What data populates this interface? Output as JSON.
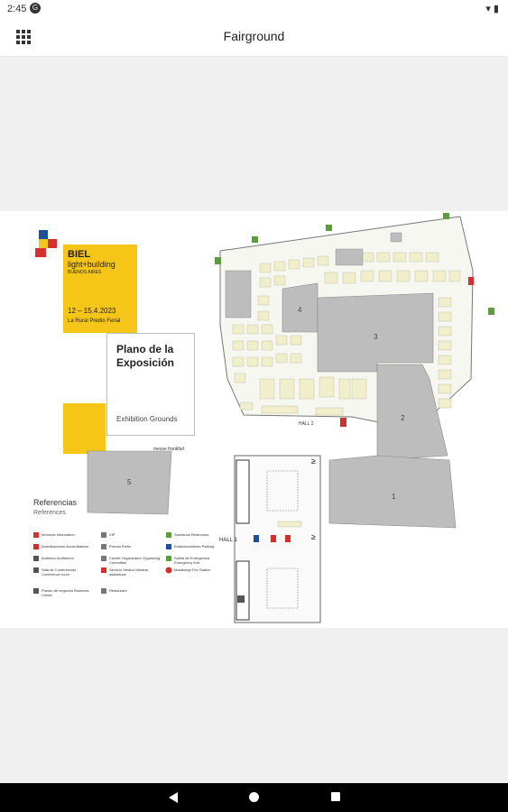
{
  "status_bar": {
    "time": "2:45",
    "g_glyph": "G"
  },
  "app_bar": {
    "title": "Fairground",
    "menu_icon": "grid-icon"
  },
  "brand": {
    "name": "BIEL",
    "subtitle": "light+building",
    "city": "BUENOS AIRES",
    "dates": "12 – 15.4.2023",
    "venue": "La Rural Predio Ferial"
  },
  "info": {
    "title": "Plano de la Exposición",
    "subtitle": "Exhibition Grounds"
  },
  "map": {
    "hall_labels": [
      "1",
      "2",
      "3",
      "4",
      "5"
    ],
    "hall_1": "HALL 1",
    "hall_2": "HALL 2",
    "frankfurt": "messe frankfurt"
  },
  "references": {
    "title": "Referencias",
    "subtitle": "References",
    "items": [
      {
        "label": "Informes Information",
        "color": "#d32f2f"
      },
      {
        "label": "Acreditaciones Accreditations",
        "color": "#d32f2f"
      },
      {
        "label": "Auditorio Auditorium",
        "color": "#555555"
      },
      {
        "label": "Sala de Conferencias Conference room",
        "color": "#555555"
      },
      {
        "label": "Puesto de negocios Business Center",
        "color": "#555555"
      },
      {
        "label": "VIP",
        "color": "#777777"
      },
      {
        "label": "Prensa Press",
        "color": "#777777"
      },
      {
        "label": "Comité Organizador Organizing Committee",
        "color": "#777777"
      },
      {
        "label": "Servicio Médico Medical assistance",
        "color": "#d32f2f"
      },
      {
        "label": "Restaurant",
        "color": "#777777"
      },
      {
        "label": "Sanitarios Restrooms",
        "color": "#5a9e3a"
      },
      {
        "label": "Estacionamiento Parking",
        "color": "#1f4f9c"
      },
      {
        "label": "Salida de Emergencia Emergency Exit",
        "color": "#5a9e3a"
      },
      {
        "label": "Matafuego Fire Station",
        "color": "#d32f2f"
      }
    ]
  },
  "colors": {
    "brand_yellow": "#f5c518",
    "stand_fill": "#f0eecb",
    "hall_gray": "#bdbdbd",
    "accent_red": "#d32f2f",
    "accent_green": "#5a9e3a"
  }
}
